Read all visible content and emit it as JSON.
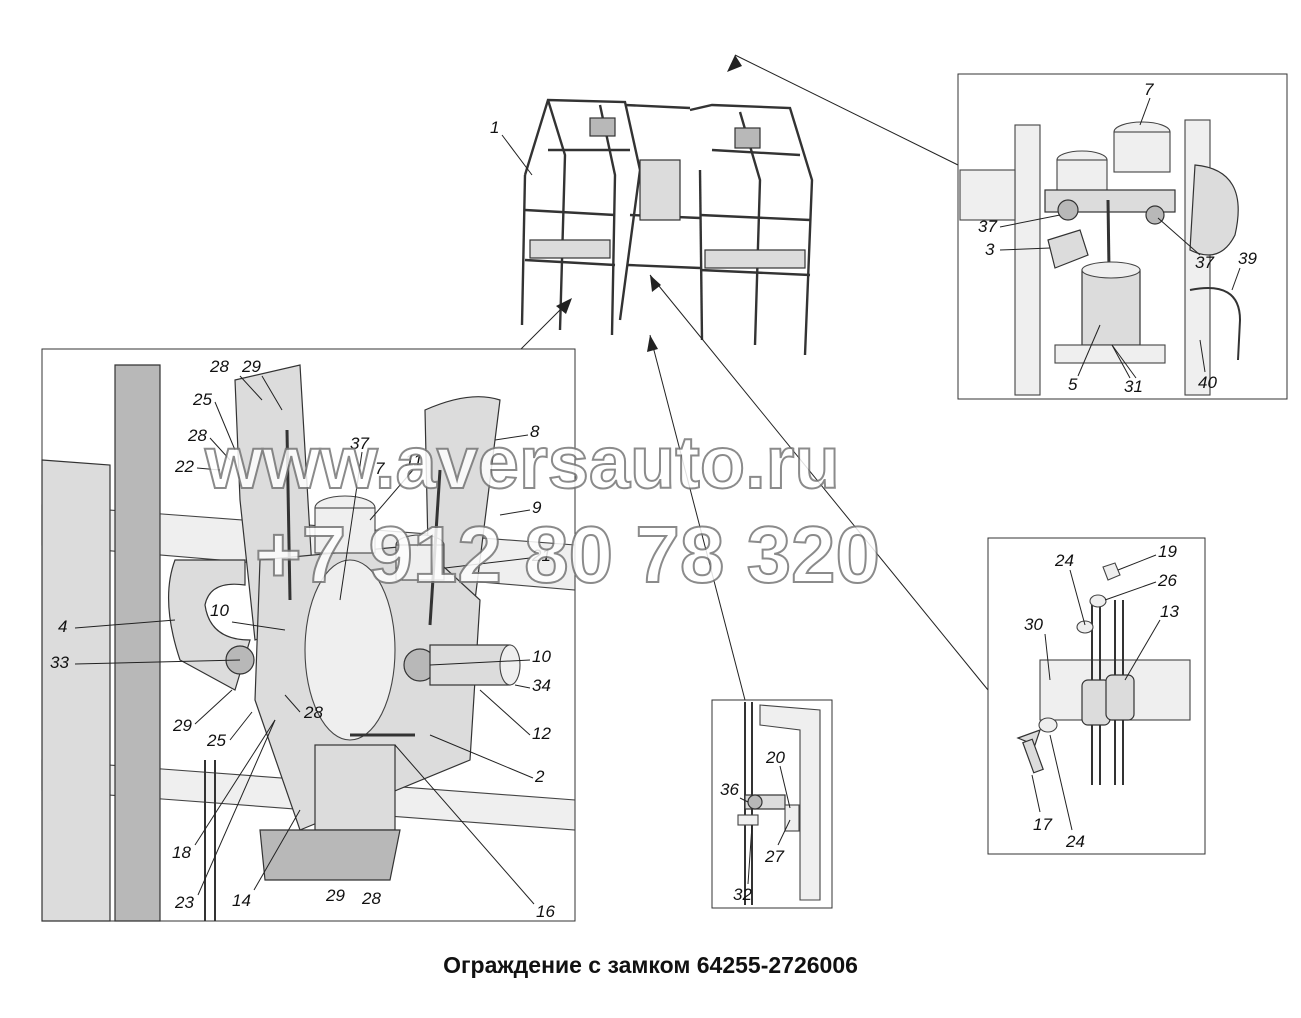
{
  "caption": "Ограждение с замком 64255-2726006",
  "watermark": {
    "url": "www.aversauto.ru",
    "phone": "+7 912 80 78 320"
  },
  "callouts": {
    "top": [
      "1"
    ],
    "main": [
      "28",
      "29",
      "25",
      "28",
      "22",
      "37",
      "7",
      "11",
      "8",
      "9",
      "21",
      "4",
      "10",
      "33",
      "10",
      "34",
      "29",
      "25",
      "28",
      "12",
      "2",
      "18",
      "23",
      "14",
      "29",
      "28",
      "16"
    ],
    "top_right": [
      "7",
      "37",
      "3",
      "37",
      "39",
      "5",
      "31",
      "40"
    ],
    "right": [
      "24",
      "19",
      "26",
      "13",
      "30",
      "17",
      "24"
    ],
    "bottom": [
      "20",
      "36",
      "27",
      "32"
    ]
  },
  "colors": {
    "line": "#333333",
    "part_fill": "#dcdcdc",
    "background": "#ffffff"
  }
}
